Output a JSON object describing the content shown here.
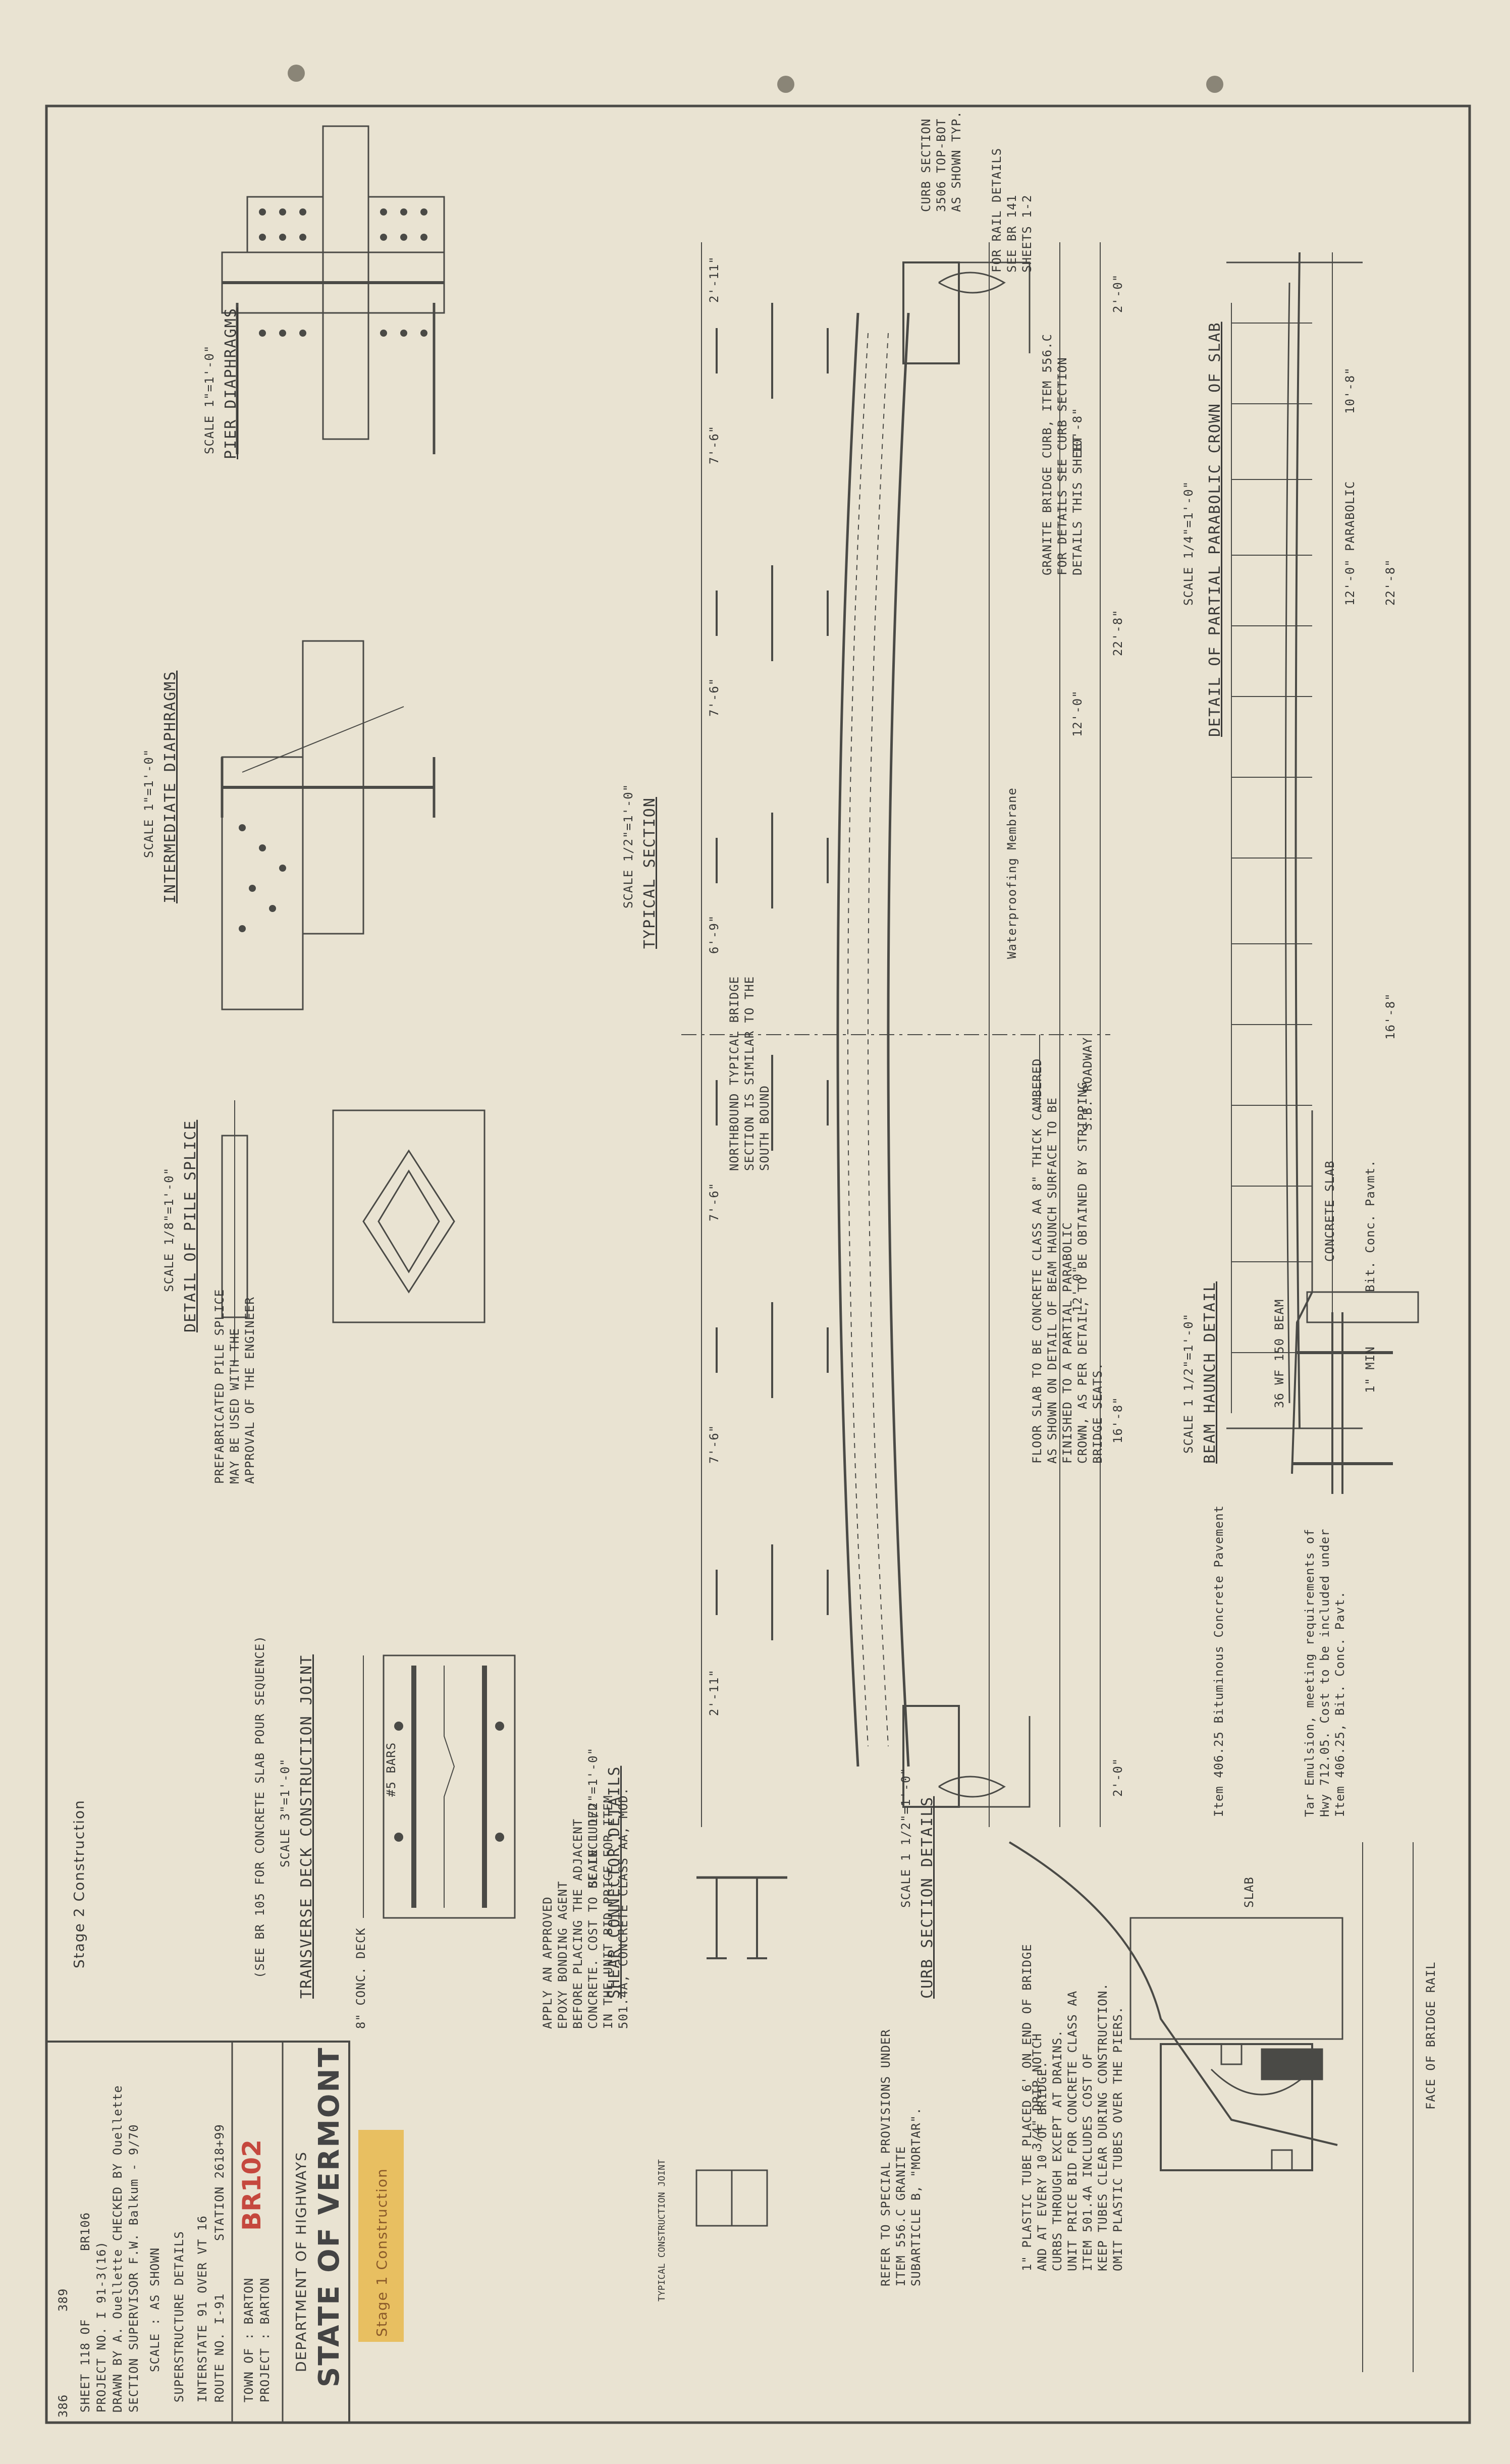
{
  "titleblock": {
    "state": "STATE OF VERMONT",
    "dept": "DEPARTMENT OF HIGHWAYS",
    "project": "PROJECT : BARTON",
    "town": "TOWN OF : BARTON",
    "route": "ROUTE NO. I-91",
    "station": "STATION 2618+99",
    "overpass": "INTERSTATE 91 OVER VT 16",
    "bridge_no": "BR102",
    "title": "SUPERSTRUCTURE DETAILS",
    "scale": "SCALE : AS SHOWN",
    "section": "SECTION SUPERVISOR F.W. Balkum - 9/70",
    "drawn": "DRAWN BY A. Ouellette   CHECKED BY Ouellette",
    "project_no": "PROJECT NO. I 91-3(16)",
    "sheet": "SHEET  118  OF  ",
    "sheet_ref": "BR106",
    "page_a": "386",
    "page_b": "389",
    "stage_label": "Stage 2 Construction",
    "stamp_text": "Stage 1 Construction"
  },
  "views": {
    "parabolic": "DETAIL OF PARTIAL PARABOLIC CROWN OF SLAB",
    "parabolic_scale": "SCALE 1/4\"=1'-0\"",
    "typical": "TYPICAL SECTION",
    "typical_scale": "SCALE 1/2\"=1'-0\"",
    "pier": "PIER DIAPHRAGMS",
    "pier_scale": "SCALE 1\"=1'-0\"",
    "intermediate": "INTERMEDIATE DIAPHRAGMS",
    "intermediate_scale": "SCALE 1\"=1'-0\"",
    "pile": "DETAIL OF PILE SPLICE",
    "pile_scale": "SCALE 1/8\"=1'-0\"",
    "haunch": "BEAM HAUNCH DETAIL",
    "haunch_scale": "SCALE 1 1/2\"=1'-0\"",
    "curb": "CURB SECTION DETAILS",
    "curb_scale": "SCALE 1 1/2\"=1'-0\"",
    "shear": "SHEAR CONNECTOR DETAILS",
    "shear_scale": "SCALE 1 1/2\"=1'-0\"",
    "transverse": "TRANSVERSE DECK CONSTRUCTION JOINT",
    "transverse_scale": "SCALE 3\"=1'-0\"",
    "transverse_note": "(SEE BR 105 FOR CONCRETE SLAB POUR SEQUENCE)",
    "typical_joint": "TYPICAL CONSTRUCTION JOINT"
  },
  "notes": {
    "rail": "FOR RAIL DETAILS\nSEE BR 141\nSHEETS 1-2",
    "curb_sect": "CURB SECTION\n3506 TOP-BOT\nAS SHOWN TYP.",
    "granite": "GRANITE BRIDGE CURB, ITEM 556.C\nFOR DETAILS SEE CURB SECTION\nDETAILS THIS SHEET",
    "waterproof": "Waterproofing Membrane",
    "floor": "FLOOR SLAB TO BE CONCRETE CLASS AA 8\" THICK CAMBERED\nAS SHOWN ON DETAIL OF BEAM HAUNCH SURFACE TO BE\nFINISHED TO A PARTIAL PARABOLIC\nCROWN, AS PER DETAIL, TO BE OBTAINED BY STRIPPING\nBRIDGE SEATS.",
    "northbound": "NORTHBOUND TYPICAL BRIDGE\nSECTION IS SIMILAR TO THE\nSOUTH BOUND",
    "tar": "Tar Emulsion, meeting requirements of\nHwy 712.05. Cost to be included under\nItem 406.25, Bit. Conc. Pavt.",
    "item406": "Item 406.25 Bituminous Concrete Pavement",
    "refer": "REFER TO SPECIAL PROVISIONS UNDER\nITEM 556.C GRANITE\nSUBARTICLE B, \"MORTAR\".",
    "plastic": "1\" PLASTIC TUBE PLACED 6' ON END OF BRIDGE\nAND AT EVERY 10' OF BRIDGE.\nCURBS THROUGH EXCEPT AT DRAINS.\nUNIT PRICE BID FOR CONCRETE CLASS AA\nITEM 501.4A INCLUDES COST OF\nKEEP TUBES CLEAR DURING CONSTRUCTION.\nOMIT PLASTIC TUBES OVER THE PIERS.",
    "apply": "APPLY AN APPROVED\nEPOXY BONDING AGENT\nBEFORE PLACING THE ADJACENT\nCONCRETE. COST TO BE INCLUDED\nIN THE UNIT BID PRICE FOR ITEM\n501.4A, CONCRETE CLASS AA, MOD.",
    "prefab": "PREFABRICATED PILE SPLICE\nMAY BE USED WITH THE\nAPPROVAL OF THE ENGINEER",
    "drip": "3/4\" DRIP NOTCH",
    "face_rail": "FACE OF BRIDGE RAIL",
    "slab": "SLAB",
    "concrete_slab": "CONCRETE SLAB",
    "bit_conc": "Bit. Conc. Pavmt.",
    "beam36": "36 WF 150 BEAM",
    "min": "1\" MIN",
    "conc_deck": "8\" CONC. DECK",
    "bars": "#5 BARS",
    "parabolic_12": "12'-0\" PARABOLIC",
    "parabolic_22": "22'-8\"",
    "sb_roadway": "S.B. ROADWAY",
    "d_10_8": "10'-8\"",
    "d_12_0": "12'-0\"",
    "d_16_8": "16'-8\"",
    "d_22_8": "22'-8\"",
    "d_2_0": "2'-0\"",
    "d_7_6": "7'-6\"",
    "d_6_9": "6'-9\"",
    "d_2_11": "2'-11\""
  }
}
